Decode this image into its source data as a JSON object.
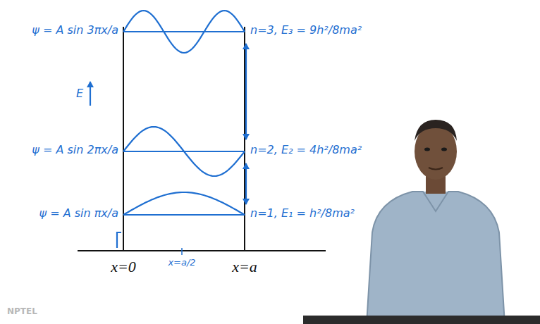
{
  "diagram": {
    "labels": [
      "ψ = A sin 3πx/a",
      "n=3, E₃ = 9h²/8ma²",
      "E",
      "ψ = A sin 2πx/a",
      "n=2, E₂ = 4h²/8ma²",
      "ψ = A sin πx/a",
      "n=1, E₁ = h²/8ma²",
      "x=0",
      "x=a/2",
      "x=a",
      "NPTEL"
    ]
  }
}
